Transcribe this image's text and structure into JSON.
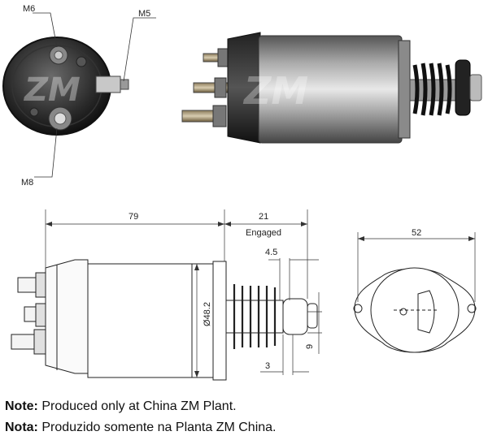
{
  "photo_labels": {
    "m6": "M6",
    "m5": "M5",
    "m8": "M8"
  },
  "dimensions": {
    "length": "79",
    "engaged": "21",
    "engaged_caption": "Engaged",
    "offset": "4.5",
    "diameter": "Ø48.2",
    "hole": "9",
    "pin": "3",
    "flange_width": "52"
  },
  "notes": [
    {
      "label": "Note:",
      "text": "Produced only at China ZM Plant."
    },
    {
      "label": "Nota:",
      "text": "Produzido somente na Planta ZM China."
    }
  ],
  "watermark": "ZM"
}
